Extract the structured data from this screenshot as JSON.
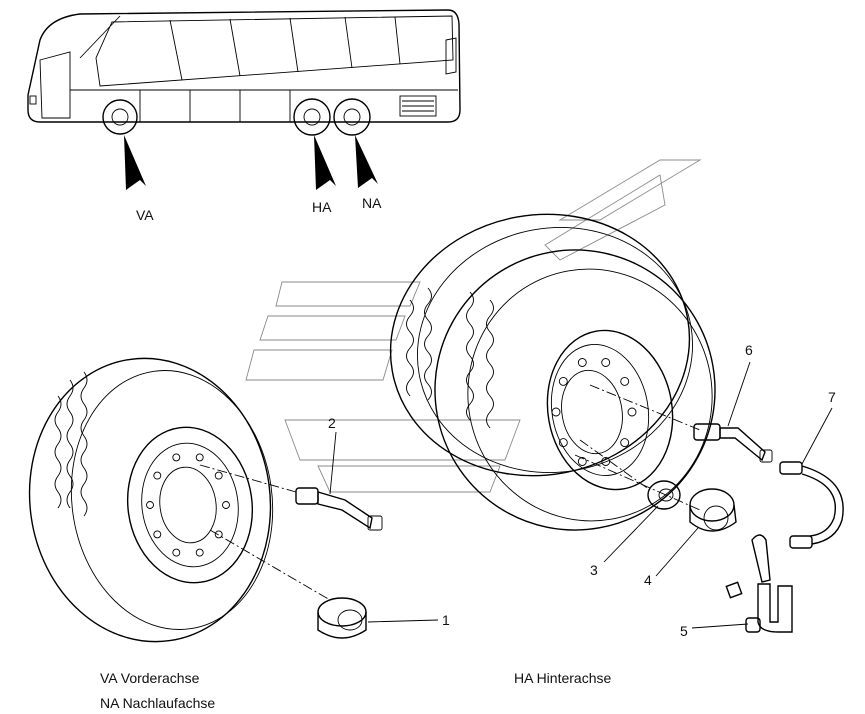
{
  "bus_markers": {
    "va": "VA",
    "ha": "HA",
    "na": "NA"
  },
  "callouts": [
    "1",
    "2",
    "3",
    "4",
    "5",
    "6",
    "7"
  ],
  "legend": {
    "va_line": "VA Vorderachse",
    "na_line": "NA Nachlaufachse",
    "ha_line": "HA Hinterachse"
  }
}
